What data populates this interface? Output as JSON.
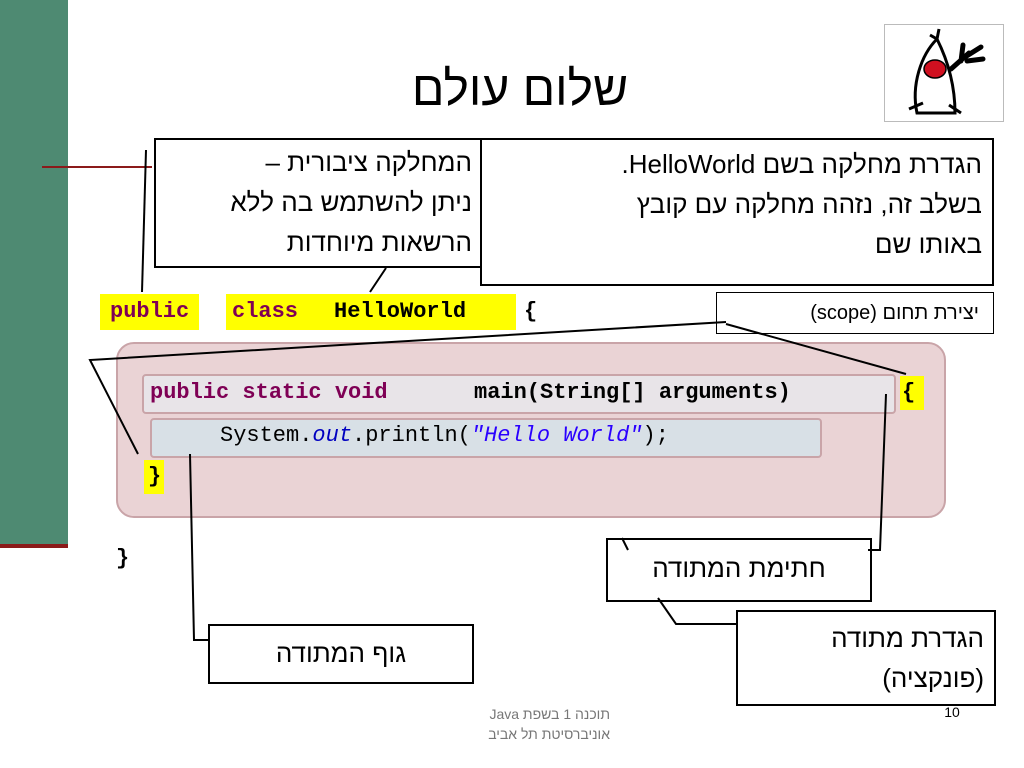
{
  "slide": {
    "title": "שלום עולם",
    "page_number": "10",
    "footer_line1": "תוכנה 1 בשפת Java",
    "footer_line2": "אוניברסיטת תל אביב"
  },
  "callouts": {
    "public_class": [
      "המחלקה ציבורית –",
      "ניתן להשתמש בה ללא",
      "הרשאות מיוחדות"
    ],
    "class_def": [
      "הגדרת מחלקה בשם HelloWorld.",
      "בשלב זה, נזהה מחלקה עם קובץ",
      "באותו שם"
    ],
    "scope": "יצירת תחום (scope)",
    "method_signature": "חתימת המתודה",
    "method_def": [
      "הגדרת מתודה",
      "(פונקציה)"
    ],
    "method_body": "גוף המתודה"
  },
  "code": {
    "kw_public": "public",
    "kw_class": "class",
    "class_name": "HelloWorld",
    "open_brace": "{",
    "sig_modifiers": "public static void",
    "sig_main": "main(String[] arguments)",
    "sig_brace": "{",
    "body_system": "System.",
    "body_out": "out",
    "body_println": ".println(",
    "body_string": "\"Hello World\"",
    "body_end": ");",
    "close_inner": "}",
    "close_outer": "}"
  },
  "colors": {
    "sidebar": "#4e8a72",
    "keyword": "#7f0055",
    "string": "#2a00ff",
    "highlight": "#ffff00",
    "scope_panel": "#ead3d5"
  },
  "icons": [
    "duke-mascot-icon"
  ]
}
